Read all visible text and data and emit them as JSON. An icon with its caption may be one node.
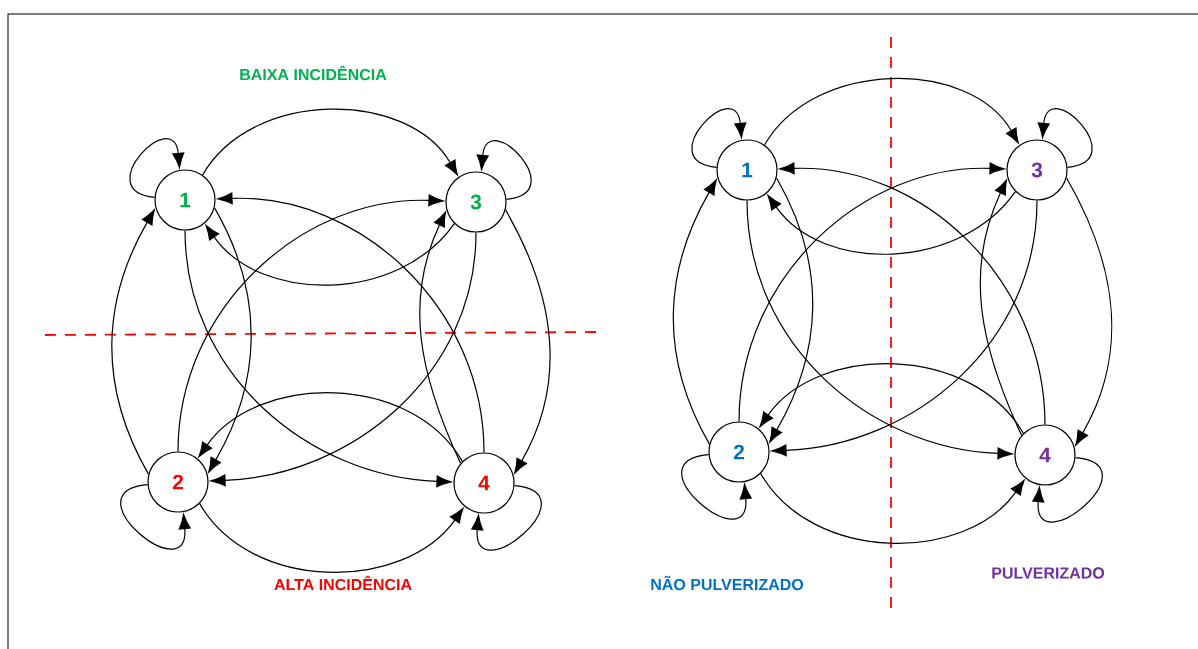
{
  "diagram": {
    "nodes": [
      {
        "text": [
          "1"
        ]
      },
      {
        "text": [
          "3"
        ]
      },
      {
        "text": [
          "2"
        ]
      },
      {
        "text": [
          "4"
        ]
      },
      {
        "text": [
          "1"
        ]
      },
      {
        "text": [
          "3"
        ]
      },
      {
        "text": [
          "2"
        ]
      },
      {
        "text": [
          "4"
        ]
      }
    ],
    "edges": [
      {
        "from": 0,
        "to": 0,
        "arrow": "to"
      },
      {
        "from": 0,
        "to": 1,
        "arrow": "to"
      },
      {
        "from": 1,
        "to": 1,
        "arrow": "to"
      },
      {
        "from": 1,
        "to": 0,
        "arrow": "to"
      },
      {
        "from": 2,
        "to": 0,
        "arrow": "to"
      },
      {
        "from": 0,
        "to": 2,
        "arrow": "to"
      },
      {
        "from": 1,
        "to": 3,
        "arrow": "to"
      },
      {
        "from": 3,
        "to": 1,
        "arrow": "to"
      },
      {
        "from": 0,
        "to": 3,
        "arrow": "to"
      },
      {
        "from": 3,
        "to": 0,
        "arrow": "to"
      },
      {
        "from": 2,
        "to": 1,
        "arrow": "to"
      },
      {
        "from": 1,
        "to": 2,
        "arrow": "to"
      },
      {
        "from": 3,
        "to": 2,
        "arrow": "to"
      },
      {
        "from": 2,
        "to": 3,
        "arrow": "to"
      },
      {
        "from": 2,
        "to": 2,
        "arrow": "to"
      },
      {
        "from": 3,
        "to": 3,
        "arrow": "to"
      },
      {
        "from": 4,
        "to": 4,
        "arrow": "to"
      },
      {
        "from": 4,
        "to": 5,
        "arrow": "to"
      },
      {
        "from": 5,
        "to": 5,
        "arrow": "to"
      },
      {
        "from": 5,
        "to": 4,
        "arrow": "to"
      },
      {
        "from": 6,
        "to": 4,
        "arrow": "to"
      },
      {
        "from": 4,
        "to": 6,
        "arrow": "to"
      },
      {
        "from": 5,
        "to": 7,
        "arrow": "to"
      },
      {
        "from": 7,
        "to": 5,
        "arrow": "to"
      },
      {
        "from": 4,
        "to": 7,
        "arrow": "to"
      },
      {
        "from": 7,
        "to": 4,
        "arrow": "to"
      },
      {
        "from": 6,
        "to": 5,
        "arrow": "to"
      },
      {
        "from": 5,
        "to": 6,
        "arrow": "to"
      },
      {
        "from": 7,
        "to": 6,
        "arrow": "to"
      },
      {
        "from": 6,
        "to": 7,
        "arrow": "to"
      },
      {
        "from": 6,
        "to": 6,
        "arrow": "to"
      },
      {
        "from": 7,
        "to": 7,
        "arrow": "to"
      }
    ],
    "labels": [
      "BAIXA INCIDÊNCIA",
      "ALTA INCIDÊNCIA",
      "NÃO PULVERIZADO",
      "PULVERIZADO"
    ]
  }
}
